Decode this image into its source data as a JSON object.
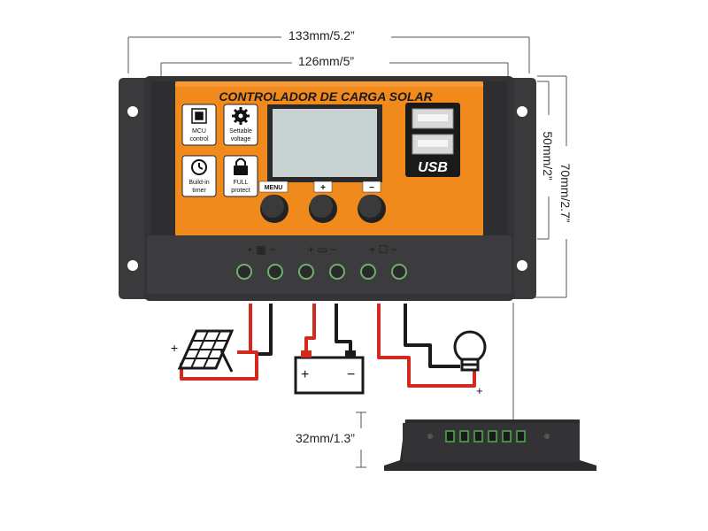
{
  "dimensions": {
    "outer_width": "133mm/5.2”",
    "inner_width": "126mm/5”",
    "inner_height": "50mm/2”",
    "outer_height": "70mm/2.7”",
    "thickness": "32mm/1.3”"
  },
  "controller": {
    "title": "CONTROLADOR DE CARGA SOLAR",
    "features": [
      {
        "icon": "chip-icon",
        "line1": "MCU",
        "line2": "control"
      },
      {
        "icon": "gear-icon",
        "line1": "Settable",
        "line2": "voltage"
      },
      {
        "icon": "clock-icon",
        "line1": "Build-in",
        "line2": "timer"
      },
      {
        "icon": "lock-icon",
        "line1": "FULL",
        "line2": "protect"
      }
    ],
    "usb_label": "USB",
    "buttons": {
      "menu": "MENU",
      "up": "+",
      "down": "−"
    },
    "terminal_groups": [
      "+ ▦ −",
      "+ ▭ −",
      "+ ☐ −"
    ]
  },
  "wiring": {
    "panel_plus": "+",
    "battery_plus": "+",
    "battery_minus": "−",
    "load_plus": "+"
  },
  "colors": {
    "casing": "#3a3a3c",
    "faceplate": "#f08a1c",
    "lcd": "#c9d2d2",
    "wire_positive": "#d42a1e",
    "wire_negative": "#1a1a1a"
  }
}
